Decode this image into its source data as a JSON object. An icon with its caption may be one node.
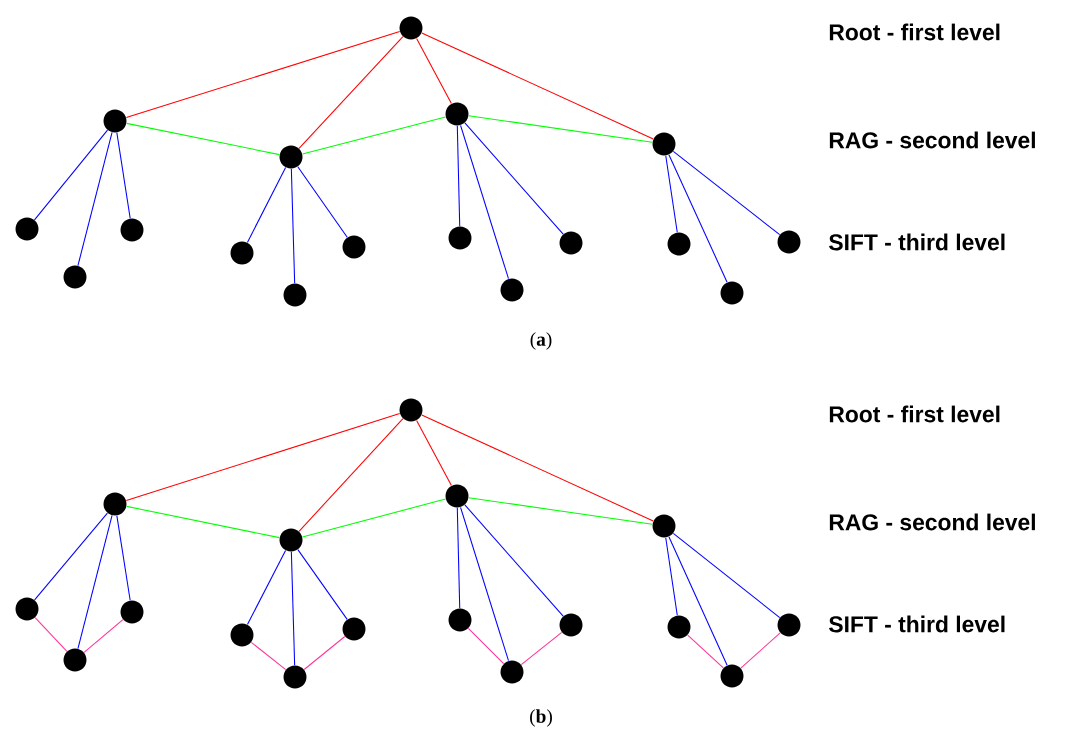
{
  "diagram": {
    "nodes": [
      {
        "text": [],
        "shape": "circle"
      },
      {
        "text": [],
        "shape": "circle"
      },
      {
        "text": [],
        "shape": "circle"
      },
      {
        "text": [],
        "shape": "circle"
      },
      {
        "text": [],
        "shape": "circle"
      },
      {
        "text": [],
        "shape": "circle"
      },
      {
        "text": [],
        "shape": "circle"
      },
      {
        "text": [],
        "shape": "circle"
      },
      {
        "text": [],
        "shape": "circle"
      },
      {
        "text": [],
        "shape": "circle"
      },
      {
        "text": [],
        "shape": "circle"
      },
      {
        "text": [],
        "shape": "circle"
      },
      {
        "text": [],
        "shape": "circle"
      },
      {
        "text": [],
        "shape": "circle"
      },
      {
        "text": [],
        "shape": "circle"
      },
      {
        "text": [],
        "shape": "circle"
      },
      {
        "text": [],
        "shape": "circle"
      },
      {
        "text": [],
        "shape": "circle"
      },
      {
        "text": [],
        "shape": "circle"
      },
      {
        "text": [],
        "shape": "circle"
      },
      {
        "text": [],
        "shape": "circle"
      },
      {
        "text": [],
        "shape": "circle"
      },
      {
        "text": [],
        "shape": "circle"
      },
      {
        "text": [],
        "shape": "circle"
      },
      {
        "text": [],
        "shape": "circle"
      },
      {
        "text": [],
        "shape": "circle"
      },
      {
        "text": [],
        "shape": "circle"
      },
      {
        "text": [],
        "shape": "circle"
      },
      {
        "text": [],
        "shape": "circle"
      },
      {
        "text": [],
        "shape": "circle"
      },
      {
        "text": [],
        "shape": "circle"
      },
      {
        "text": [],
        "shape": "circle"
      },
      {
        "text": [],
        "shape": "circle"
      },
      {
        "text": [],
        "shape": "circle"
      }
    ],
    "edges": [
      {
        "from": 0,
        "to": 1,
        "arrow": "none",
        "color": "#ff0000"
      },
      {
        "from": 0,
        "to": 2,
        "arrow": "none",
        "color": "#ff0000"
      },
      {
        "from": 0,
        "to": 3,
        "arrow": "none",
        "color": "#ff0000"
      },
      {
        "from": 0,
        "to": 4,
        "arrow": "none",
        "color": "#ff0000"
      },
      {
        "from": 1,
        "to": 2,
        "arrow": "none",
        "color": "#00ff00"
      },
      {
        "from": 2,
        "to": 3,
        "arrow": "none",
        "color": "#00ff00"
      },
      {
        "from": 3,
        "to": 4,
        "arrow": "none",
        "color": "#00ff00"
      },
      {
        "from": 1,
        "to": 5,
        "arrow": "none"
      },
      {
        "from": 1,
        "to": 6,
        "arrow": "none"
      },
      {
        "from": 1,
        "to": 7,
        "arrow": "none"
      },
      {
        "from": 2,
        "to": 8,
        "arrow": "none"
      },
      {
        "from": 2,
        "to": 9,
        "arrow": "none"
      },
      {
        "from": 2,
        "to": 10,
        "arrow": "none"
      },
      {
        "from": 3,
        "to": 11,
        "arrow": "none"
      },
      {
        "from": 3,
        "to": 12,
        "arrow": "none"
      },
      {
        "from": 3,
        "to": 13,
        "arrow": "none"
      },
      {
        "from": 4,
        "to": 14,
        "arrow": "none"
      },
      {
        "from": 4,
        "to": 15,
        "arrow": "none"
      },
      {
        "from": 4,
        "to": 16,
        "arrow": "none"
      },
      {
        "from": 17,
        "to": 18,
        "arrow": "none",
        "color": "#ff0000"
      },
      {
        "from": 17,
        "to": 19,
        "arrow": "none",
        "color": "#ff0000"
      },
      {
        "from": 17,
        "to": 20,
        "arrow": "none",
        "color": "#ff0000"
      },
      {
        "from": 17,
        "to": 21,
        "arrow": "none",
        "color": "#ff0000"
      },
      {
        "from": 18,
        "to": 19,
        "arrow": "none",
        "color": "#00ff00"
      },
      {
        "from": 19,
        "to": 20,
        "arrow": "none",
        "color": "#00ff00"
      },
      {
        "from": 20,
        "to": 21,
        "arrow": "none",
        "color": "#00ff00"
      },
      {
        "from": 18,
        "to": 22,
        "arrow": "none"
      },
      {
        "from": 18,
        "to": 23,
        "arrow": "none"
      },
      {
        "from": 18,
        "to": 24,
        "arrow": "none"
      },
      {
        "from": 19,
        "to": 25,
        "arrow": "none"
      },
      {
        "from": 19,
        "to": 26,
        "arrow": "none"
      },
      {
        "from": 19,
        "to": 27,
        "arrow": "none"
      },
      {
        "from": 20,
        "to": 28,
        "arrow": "none"
      },
      {
        "from": 20,
        "to": 29,
        "arrow": "none"
      },
      {
        "from": 20,
        "to": 30,
        "arrow": "none"
      },
      {
        "from": 21,
        "to": 31,
        "arrow": "none"
      },
      {
        "from": 21,
        "to": 32,
        "arrow": "none"
      },
      {
        "from": 21,
        "to": 33,
        "arrow": "none"
      },
      {
        "from": 22,
        "to": 23,
        "arrow": "none",
        "color": "#ff3399"
      },
      {
        "from": 23,
        "to": 24,
        "arrow": "none",
        "color": "#ff3399"
      },
      {
        "from": 25,
        "to": 26,
        "arrow": "none",
        "color": "#ff3399"
      },
      {
        "from": 26,
        "to": 27,
        "arrow": "none",
        "color": "#ff3399"
      },
      {
        "from": 28,
        "to": 29,
        "arrow": "none",
        "color": "#ff3399"
      },
      {
        "from": 29,
        "to": 30,
        "arrow": "none",
        "color": "#ff3399"
      },
      {
        "from": 31,
        "to": 32,
        "arrow": "none",
        "color": "#ff3399"
      },
      {
        "from": 32,
        "to": 33,
        "arrow": "none",
        "color": "#ff3399"
      }
    ],
    "labels": [
      "Root - first level",
      "RAG - second level",
      "SIFT - third level",
      "(**a**)",
      "Root - first level",
      "RAG - second level",
      "SIFT - third level",
      "(**b**)"
    ]
  }
}
